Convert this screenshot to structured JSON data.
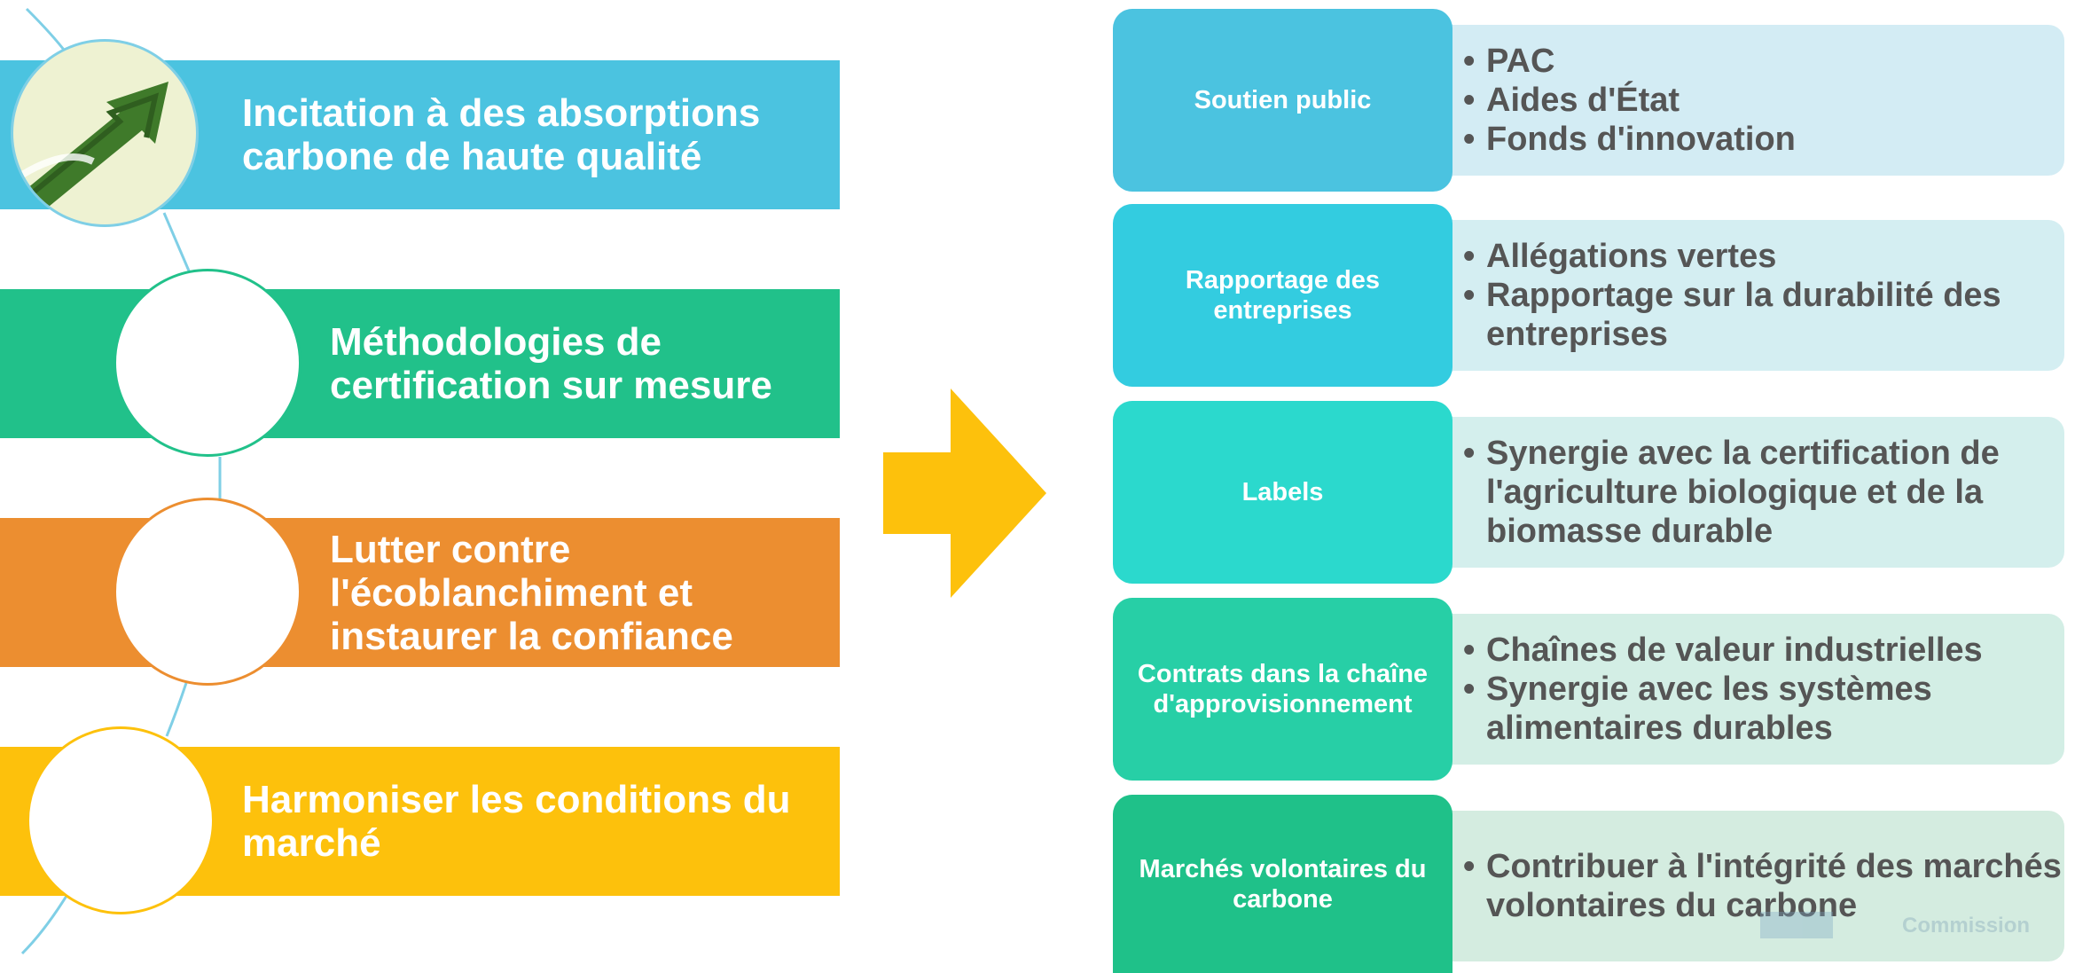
{
  "left": {
    "items": [
      {
        "label": "Incitation à des absorptions carbone de haute qualité",
        "color": "#4bc3e0"
      },
      {
        "label": "Méthodologies de certification sur mesure",
        "color": "#21c18a"
      },
      {
        "label": "Lutter contre l'écoblanchiment et instaurer la confiance",
        "color": "#ec8e30"
      },
      {
        "label": "Harmoniser les conditions du marché",
        "color": "#fdc10c"
      }
    ]
  },
  "arrow": {
    "color": "#fdc10c",
    "icon": "right-arrow-icon"
  },
  "right": {
    "rows": [
      {
        "title": "Soutien public",
        "color": "#4bc3e0",
        "panel_color": "#d3ecf4",
        "bullets": [
          "PAC",
          "Aides d'État",
          "Fonds d'innovation"
        ]
      },
      {
        "title": "Rapportage  des entreprises",
        "color": "#33cce0",
        "panel_color": "#d4eef2",
        "bullets": [
          "Allégations vertes",
          "Rapportage sur la durabilité des entreprises"
        ]
      },
      {
        "title": "Labels",
        "color": "#2bd9cd",
        "panel_color": "#d4efed",
        "bullets": [
          "Synergie avec la certification de l'agriculture biologique et de la biomasse durable"
        ]
      },
      {
        "title": "Contrats dans la chaîne d'approvisionnement",
        "color": "#27cfa6",
        "panel_color": "#d3eee5",
        "bullets": [
          "Chaînes de valeur industrielles",
          "Synergie avec les systèmes alimentaires durables"
        ]
      },
      {
        "title": "Marchés volontaires du carbone",
        "color": "#1fc189",
        "panel_color": "#d4ece0",
        "bullets": [
          "Contribuer à l'intégrité des marchés volontaires du carbone"
        ]
      }
    ]
  },
  "watermark": {
    "text": "Commission"
  }
}
